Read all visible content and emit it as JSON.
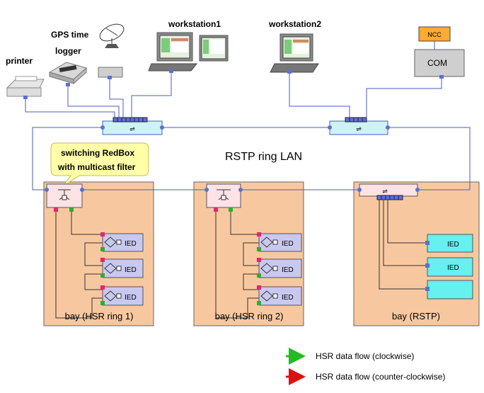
{
  "devices": {
    "printer": "printer",
    "gps_line1": "GPS time",
    "gps_line2": "logger",
    "workstation1": "workstation1",
    "workstation2": "workstation2",
    "ncc": "NCC",
    "com": "COM"
  },
  "callout": {
    "line1": "switching RedBox",
    "line2": "with multicast filter"
  },
  "ring_label": "RSTP ring LAN",
  "bays": [
    {
      "label": "bay (HSR ring 1)",
      "ieds": [
        "IED",
        "IED",
        "IED"
      ]
    },
    {
      "label": "bay (HSR ring 2)",
      "ieds": [
        "IED",
        "IED",
        "IED"
      ]
    },
    {
      "label": "bay (RSTP)",
      "ieds": [
        "IED",
        "IED",
        ""
      ]
    }
  ],
  "legend": [
    {
      "label": "HSR data flow (clockwise)",
      "color": "#22bb22"
    },
    {
      "label": "HSR data flow (counter-clockwise)",
      "color": "#dd1111"
    }
  ],
  "colors": {
    "bay_fill": "#f7c89f",
    "switch_fill": "#cdf3f3",
    "ied_fill": "#c8c8f0",
    "ied_rstp_fill": "#66f0f0",
    "callout_fill": "#ffffa8",
    "port_blue": "#5c6fd8",
    "port_pink": "#e8227a",
    "port_green": "#33aa33",
    "ncc_fill": "#ffaa33"
  }
}
